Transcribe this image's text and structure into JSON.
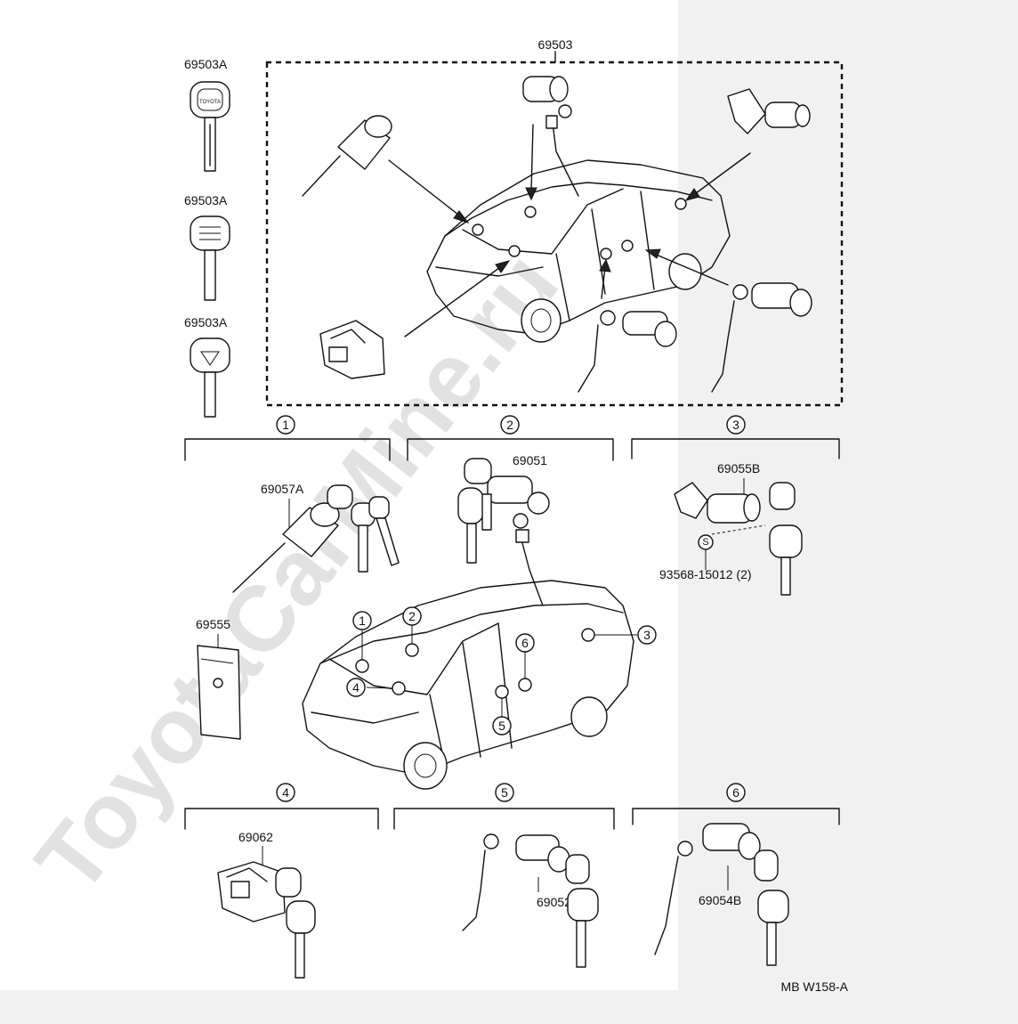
{
  "watermark": "ToyotaCarMine.ru",
  "diagram_code": "MB W158-A",
  "top_set": {
    "part_number": "69503"
  },
  "keys": [
    {
      "part_number": "69503A",
      "brand_text": "TOYOTA"
    },
    {
      "part_number": "69503A"
    },
    {
      "part_number": "69503A"
    }
  ],
  "sections": [
    {
      "index": "1",
      "part_number": "69057A"
    },
    {
      "index": "2",
      "part_number": "69051"
    },
    {
      "index": "3",
      "part_number": "69055B",
      "screw_marker": "S",
      "screw_part": "93568-15012 (2)"
    },
    {
      "index": "4",
      "part_number": "69062"
    },
    {
      "index": "5",
      "part_number": "69052"
    },
    {
      "index": "6",
      "part_number": "69054B"
    }
  ],
  "misc_parts": [
    {
      "part_number": "69555"
    }
  ],
  "van_callouts": [
    "1",
    "2",
    "3",
    "4",
    "5",
    "6"
  ]
}
